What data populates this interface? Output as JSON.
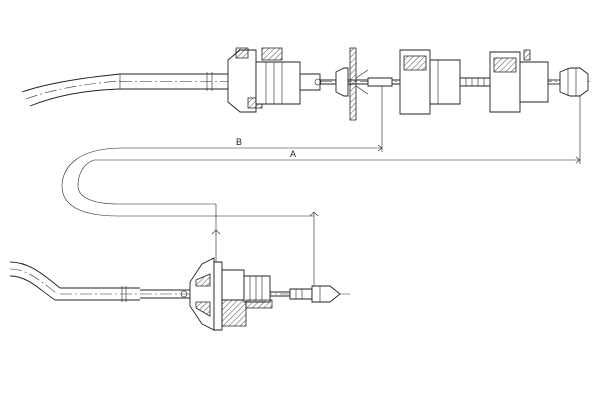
{
  "diagram": {
    "dimensions": [
      {
        "id": "A",
        "label": "A"
      },
      {
        "id": "B",
        "label": "B"
      }
    ],
    "colors": {
      "line": "#222222",
      "background": "#ffffff"
    }
  }
}
